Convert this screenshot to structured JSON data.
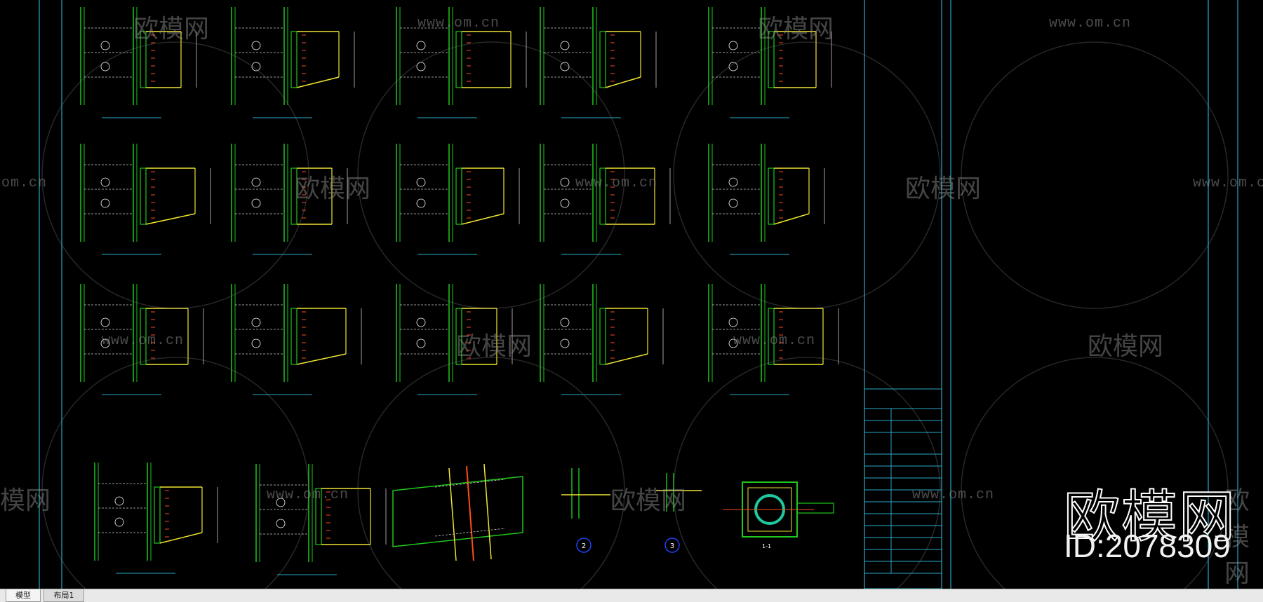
{
  "tabs": [
    {
      "label": "模型",
      "active": true
    },
    {
      "label": "布局1",
      "active": false
    }
  ],
  "overlay": {
    "brand": "欧模网",
    "id": "ID:2078309"
  },
  "watermarks": {
    "brand": "欧模网",
    "url": "www.om.cn",
    "url_cut": "om.cn",
    "brand_cut_right": "欧模网",
    "brand_cut_left": "模网"
  },
  "drawing": {
    "section_label": "1-1",
    "detail_numbers": [
      "2",
      "3"
    ]
  },
  "colors": {
    "background": "#000000",
    "steel_line": "#1ec81e",
    "beam": "#f0e632",
    "frame": "#2aa8c8",
    "dimension": "#c8c8c8",
    "annotation": "#ffffff",
    "highlight": "#ff4a1a"
  }
}
